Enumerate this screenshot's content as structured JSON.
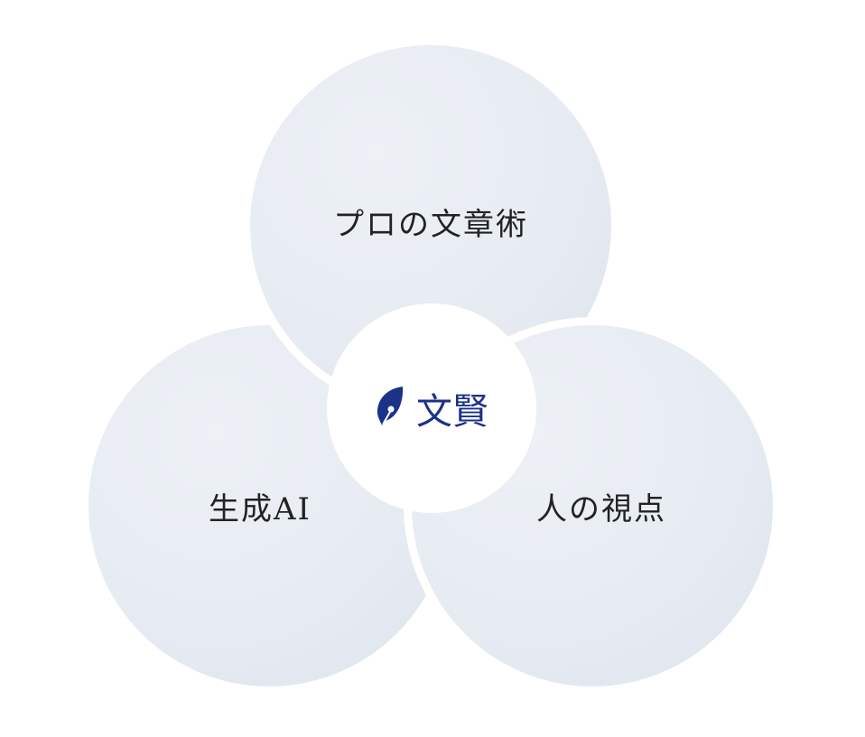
{
  "circles": {
    "top": "プロの文章術",
    "left": "生成AI",
    "right": "人の視点"
  },
  "center": {
    "logo_text": "文賢",
    "icon": "pen-nib-leaf-icon",
    "brand_color": "#1a3288"
  }
}
